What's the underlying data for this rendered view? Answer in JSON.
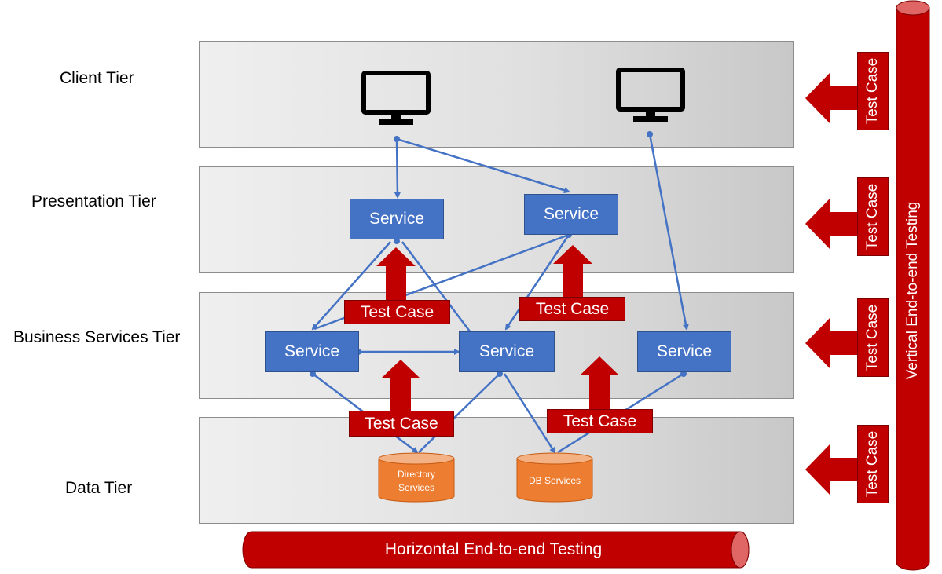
{
  "tiers": {
    "client": "Client Tier",
    "presentation": "Presentation Tier",
    "business": "Business Services Tier",
    "data": "Data Tier"
  },
  "services": {
    "presentation_left": "Service",
    "presentation_right": "Service",
    "business_left": "Service",
    "business_middle": "Service",
    "business_right": "Service"
  },
  "test_cases": {
    "presentation_left": "Test Case",
    "presentation_right": "Test Case",
    "business_left": "Test Case",
    "business_right": "Test Case",
    "side_client": "Test Case",
    "side_presentation": "Test Case",
    "side_business": "Test Case",
    "side_data": "Test Case"
  },
  "data_stores": {
    "directory_line1": "Directory",
    "directory_line2": "Services",
    "db": "DB Services"
  },
  "pipes": {
    "horizontal": "Horizontal End-to-end Testing",
    "vertical": "Vertical End-to-end Testing"
  },
  "colors": {
    "service_blue": "#4472c4",
    "test_case_red": "#c00000",
    "database_orange": "#ed7d31",
    "connector_blue": "#4472c4"
  }
}
